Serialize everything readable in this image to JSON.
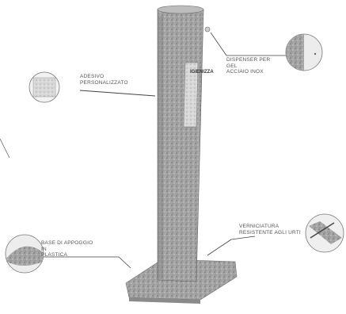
{
  "callouts": {
    "adhesive": [
      "ADESIVO",
      "PERSONALIZZATO"
    ],
    "dispenser": [
      "DISPENSER PER GEL",
      "ACCIAIO INOX"
    ],
    "tray": [
      "BASE DI APPOGGIO IN",
      "PLASTICA"
    ],
    "coating": [
      "VERNICIATURA",
      "RESISTENTE AGLI URTI"
    ]
  },
  "panel": {
    "heading": "IGIENIZZA"
  },
  "colors": {
    "column": "#9a9a9a",
    "column_shadow": "#7c7c7c",
    "base": "#b3b3b3",
    "leader": "#444444",
    "panel": "#f4f4f4"
  }
}
